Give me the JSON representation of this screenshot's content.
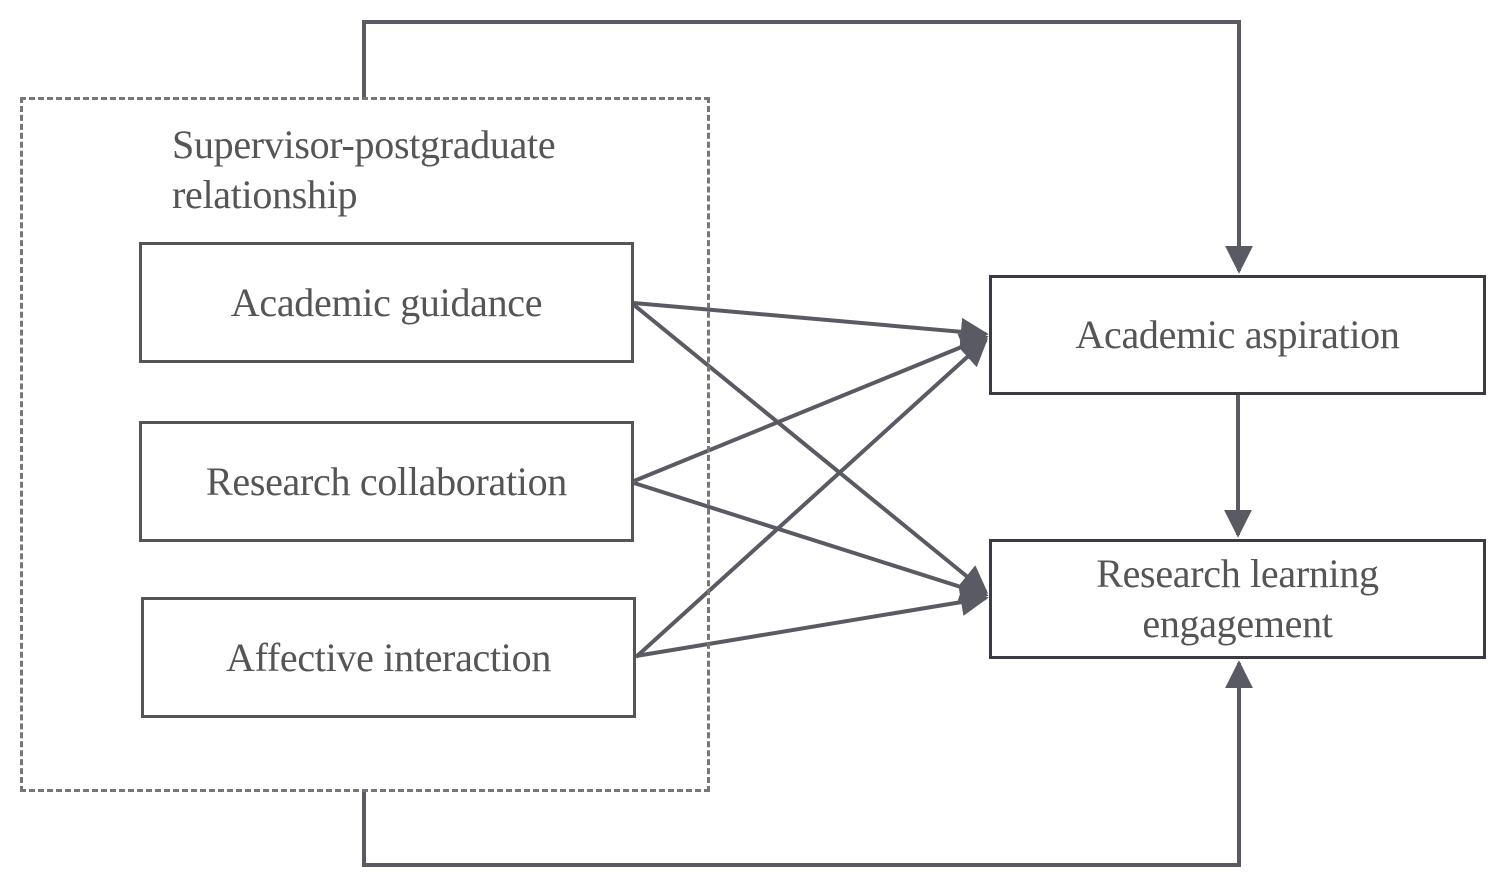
{
  "group": {
    "label_line1": "Supervisor-postgraduate",
    "label_line2": "relationship"
  },
  "predictors": [
    {
      "label": "Academic guidance"
    },
    {
      "label": "Research collaboration"
    },
    {
      "label": "Affective interaction"
    }
  ],
  "mediator": {
    "label": "Academic aspiration"
  },
  "outcome": {
    "label_line1": "Research learning",
    "label_line2": "engagement"
  },
  "colors": {
    "box_border": "#555555",
    "box_border_dark": "#3b3b46",
    "arrow": "#5a5a64",
    "dashed_frame": "#777777",
    "text": "#555555"
  }
}
